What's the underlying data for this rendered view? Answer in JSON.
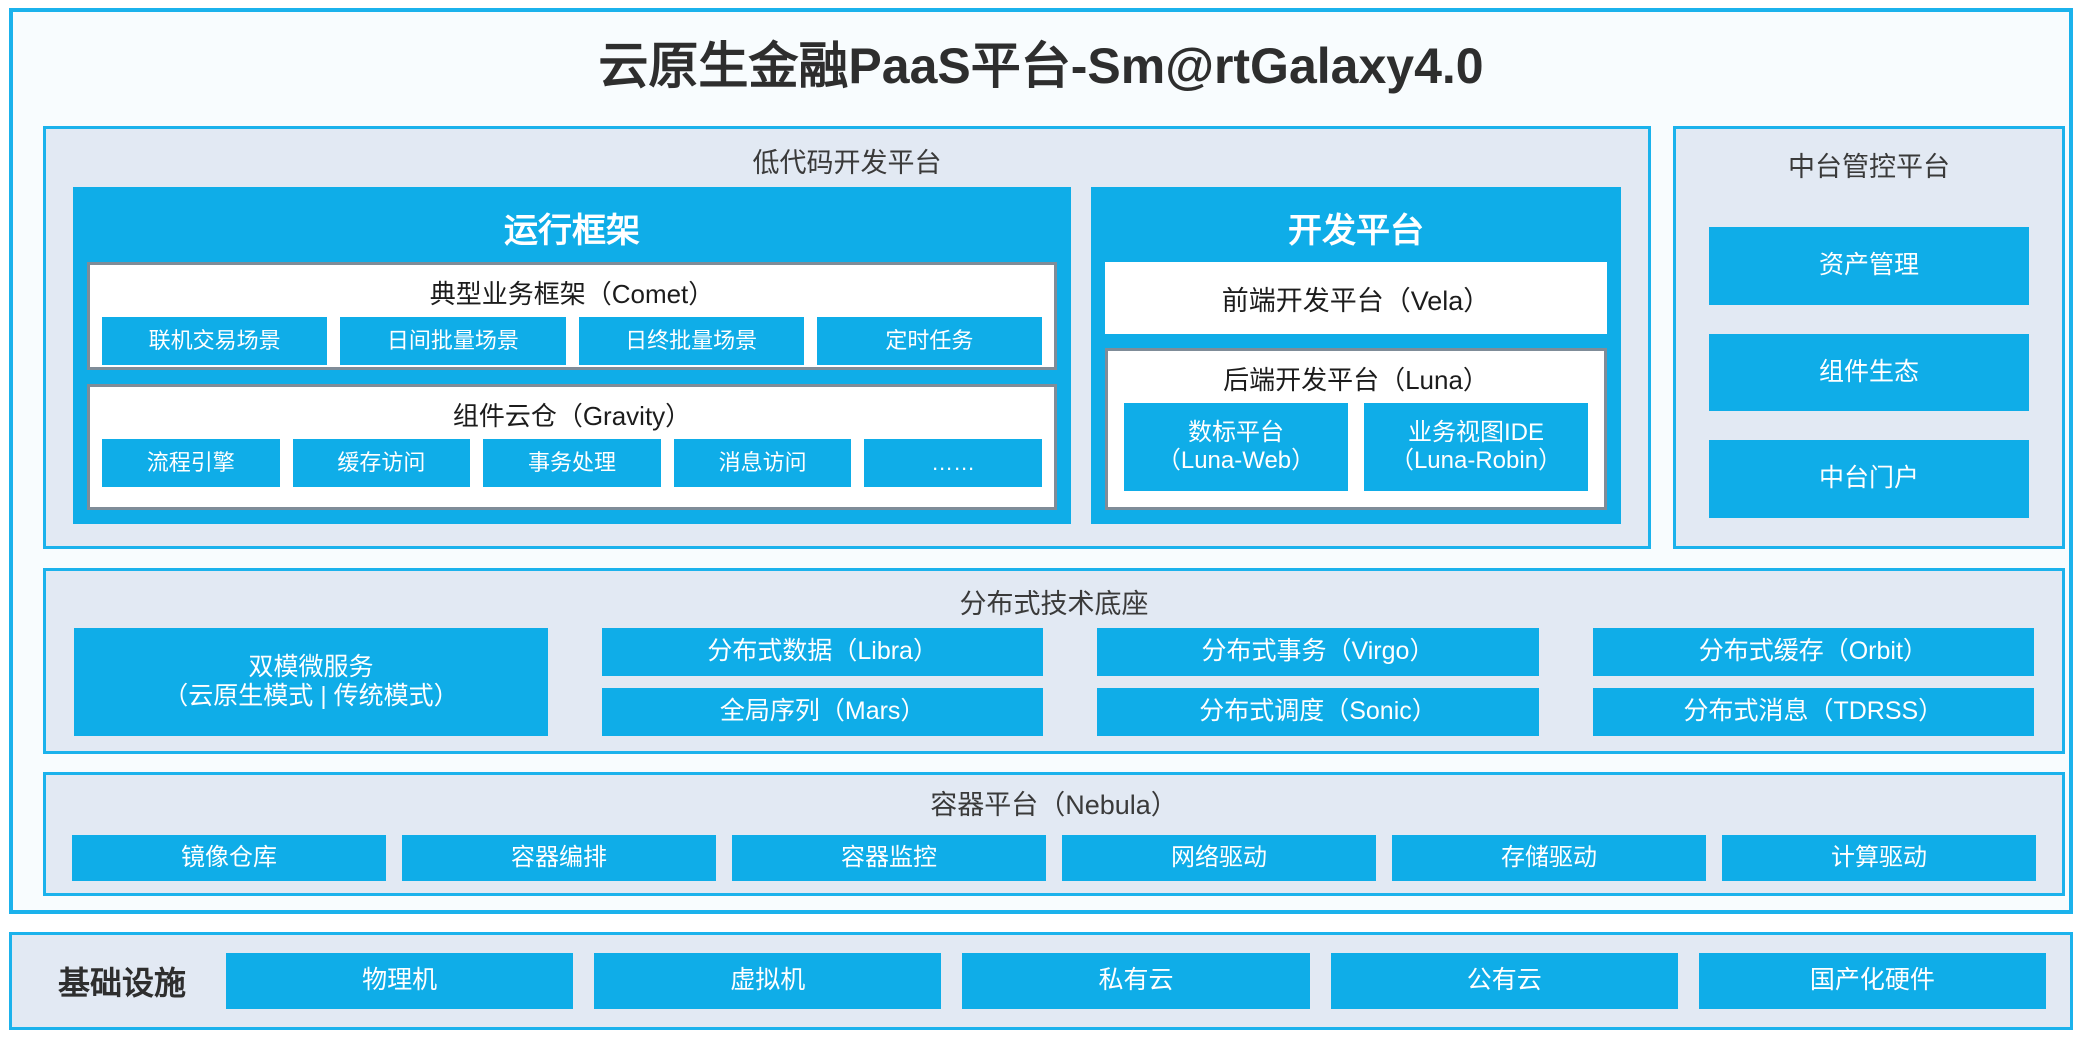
{
  "title": "云原生金融PaaS平台-Sm@rtGalaxy4.0",
  "colors": {
    "accent_blue": "#0FADE8",
    "border_blue": "#1BB2EC",
    "panel_bg": "#E2E9F3",
    "frame_bg": "#F8FCFE",
    "card_border_gray": "#7F8C98",
    "text_dark": "#2E2E2E"
  },
  "lowcode": {
    "title": "低代码开发平台",
    "runtime": {
      "title": "运行框架",
      "comet": {
        "title": "典型业务框架（Comet）",
        "items": [
          "联机交易场景",
          "日间批量场景",
          "日终批量场景",
          "定时任务"
        ]
      },
      "gravity": {
        "title": "组件云仓（Gravity）",
        "items": [
          "流程引擎",
          "缓存访问",
          "事务处理",
          "消息访问",
          "……"
        ]
      }
    },
    "devplatform": {
      "title": "开发平台",
      "frontend": "前端开发平台（Vela）",
      "backend": {
        "title": "后端开发平台（Luna）",
        "items": [
          {
            "name": "数标平台",
            "code": "（Luna-Web）"
          },
          {
            "name": "业务视图IDE",
            "code": "（Luna-Robin）"
          }
        ]
      }
    }
  },
  "management": {
    "title": "中台管控平台",
    "items": [
      "资产管理",
      "组件生态",
      "中台门户"
    ]
  },
  "distributed": {
    "title": "分布式技术底座",
    "microservice": {
      "line1": "双模微服务",
      "line2": "（云原生模式 | 传统模式）"
    },
    "group1": [
      "分布式数据（Libra）",
      "全局序列（Mars）"
    ],
    "group2": [
      "分布式事务（Virgo）",
      "分布式调度（Sonic）"
    ],
    "group3": [
      "分布式缓存（Orbit）",
      "分布式消息（TDRSS）"
    ]
  },
  "container": {
    "title": "容器平台（Nebula）",
    "items": [
      "镜像仓库",
      "容器编排",
      "容器监控",
      "网络驱动",
      "存储驱动",
      "计算驱动"
    ]
  },
  "infrastructure": {
    "label": "基础设施",
    "items": [
      "物理机",
      "虚拟机",
      "私有云",
      "公有云",
      "国产化硬件"
    ]
  }
}
